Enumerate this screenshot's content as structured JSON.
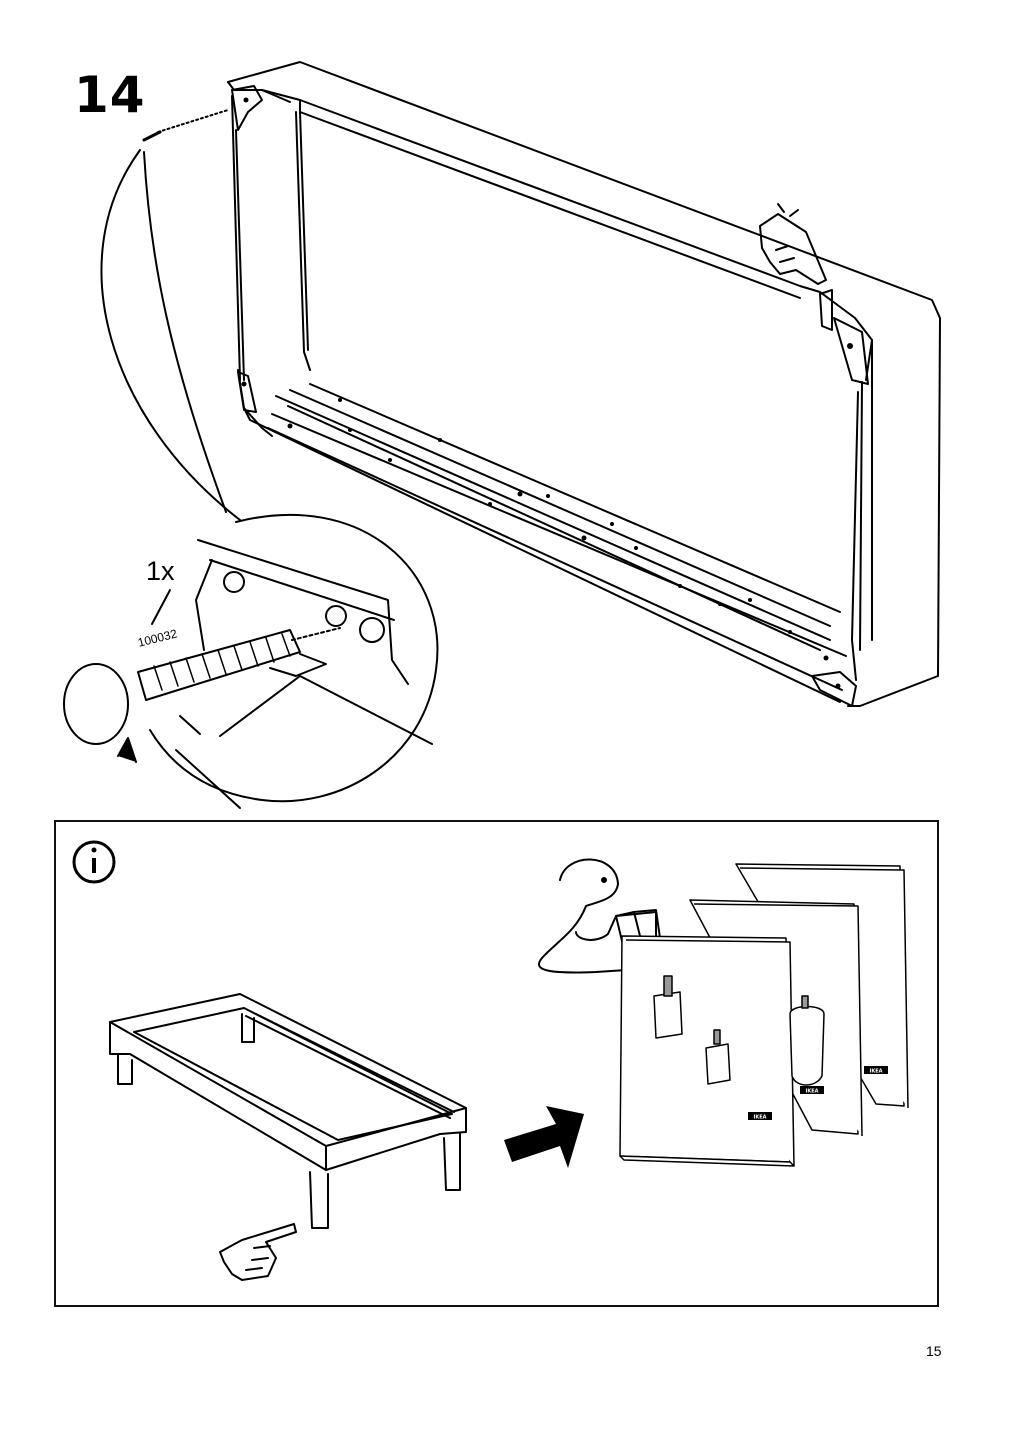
{
  "step": {
    "number": "14"
  },
  "fastener": {
    "quantity": "1x",
    "part_number": "100032"
  },
  "info_box": {
    "icon": "info-icon",
    "booklet_brand": "IKEA"
  },
  "icons": {
    "pointing_hand": "pointing-hand-icon",
    "rotate_arrow": "rotate-clockwise-icon",
    "arrow": "arrow-right-icon",
    "reader": "person-reading-icon"
  },
  "page": {
    "number": "15"
  }
}
